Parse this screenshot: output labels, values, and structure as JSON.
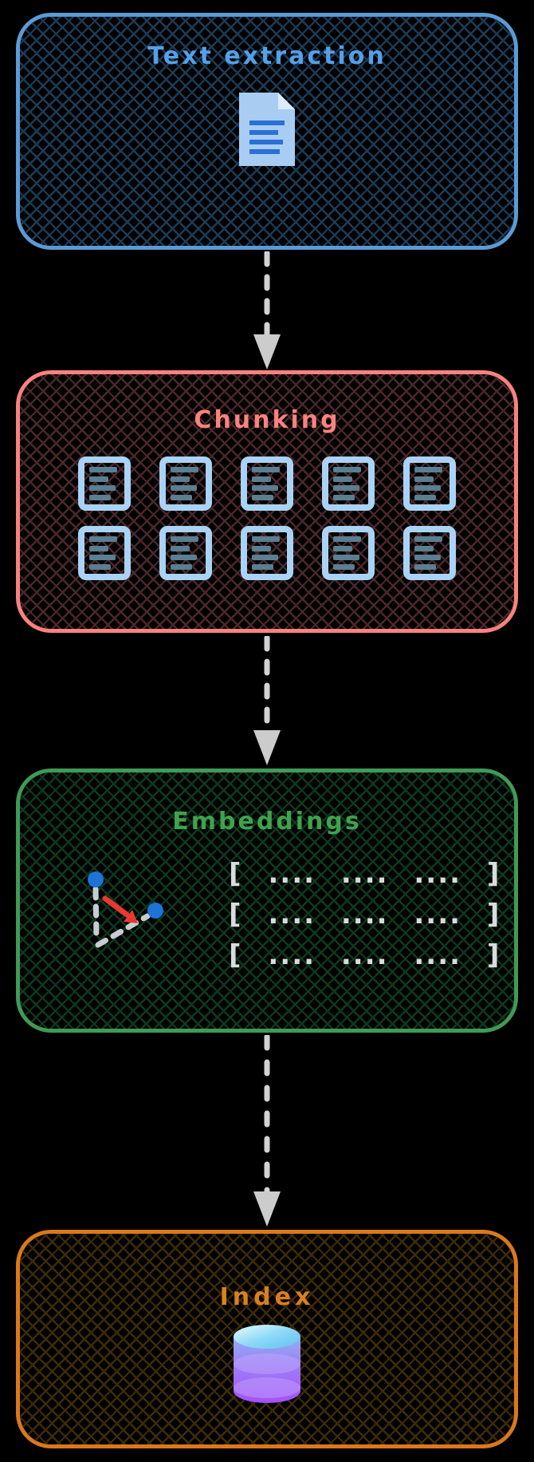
{
  "diagram": {
    "background_color": "#000000",
    "connector_color": "#d2d2d2",
    "nodes": {
      "text_extraction": {
        "title": "Text extraction",
        "accent_color": "#5b9bd5",
        "hatch_color": "#1c3c56",
        "icon": "document-icon"
      },
      "chunking": {
        "title": "Chunking",
        "accent_color": "#f9827e",
        "hatch_color": "#4b282a",
        "icon": "chunk-grid",
        "grid": {
          "rows": 2,
          "cols": 5,
          "chunk_count": 10
        }
      },
      "embeddings": {
        "title": "Embeddings",
        "accent_color": "#3f9a55",
        "hatch_color": "#0e3a1e",
        "icon": "vector-plot-icon",
        "vector_rows": [
          "[ .... .... .... ]",
          "[ .... .... .... ]",
          "[ .... .... .... ]"
        ]
      },
      "index": {
        "title": "Index",
        "accent_color": "#d9791a",
        "hatch_color": "#3e2b09",
        "icon": "database-icon"
      }
    },
    "connectors": [
      {
        "from": "text_extraction",
        "to": "chunking",
        "style": "dashed-arrow"
      },
      {
        "from": "chunking",
        "to": "embeddings",
        "style": "dashed-arrow"
      },
      {
        "from": "embeddings",
        "to": "index",
        "style": "dashed-arrow"
      }
    ]
  }
}
